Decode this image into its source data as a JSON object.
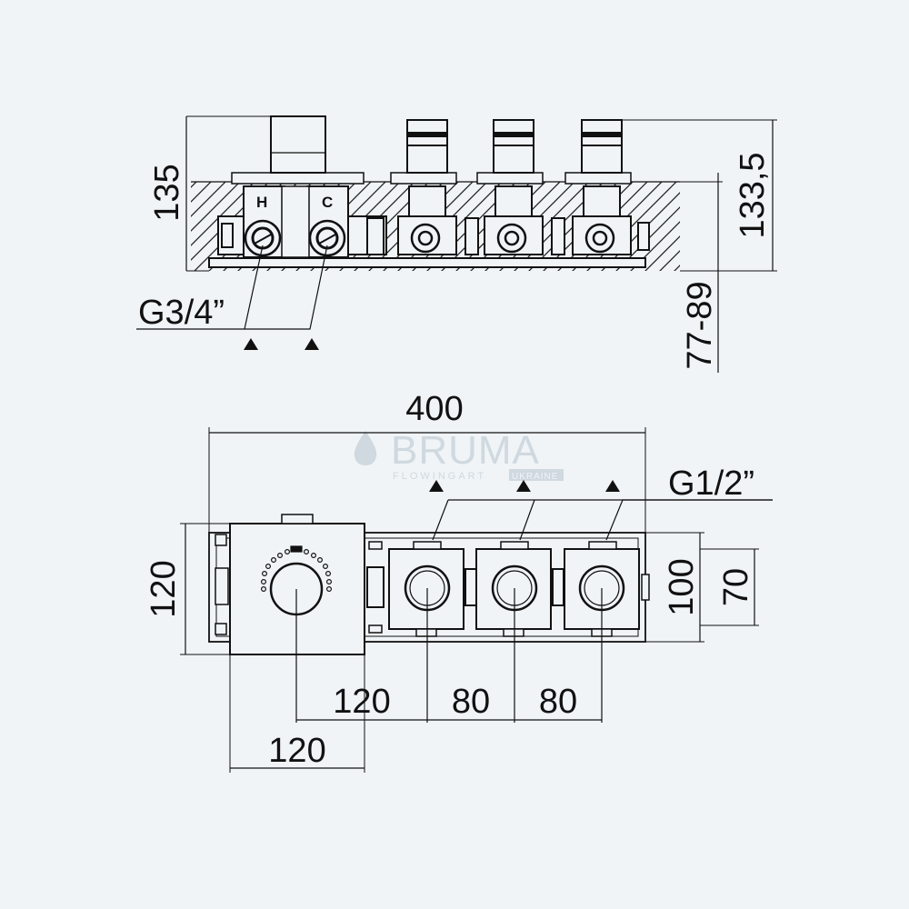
{
  "watermark": {
    "name": "BRUMA",
    "tagline": "FLOWINGART",
    "region": "UKRAINE",
    "color": "#cfd9df"
  },
  "side_view": {
    "dim_total_height": "135",
    "dim_handle_height": "133,5",
    "dim_depth_range": "77-89",
    "inlet_thread": "G3/4”",
    "hot_label": "H",
    "cold_label": "C"
  },
  "front_view": {
    "dim_overall_width": "400",
    "outlet_thread": "G1/2”",
    "dim_mixer_height": "120",
    "dim_plate_height": "100",
    "dim_valve_body": "70",
    "dim_mixer_to_valve": "120",
    "dim_valve_pitch_1": "80",
    "dim_valve_pitch_2": "80",
    "dim_mixer_width": "120"
  },
  "colors": {
    "background": "#f0f4f7",
    "line": "#111111"
  }
}
